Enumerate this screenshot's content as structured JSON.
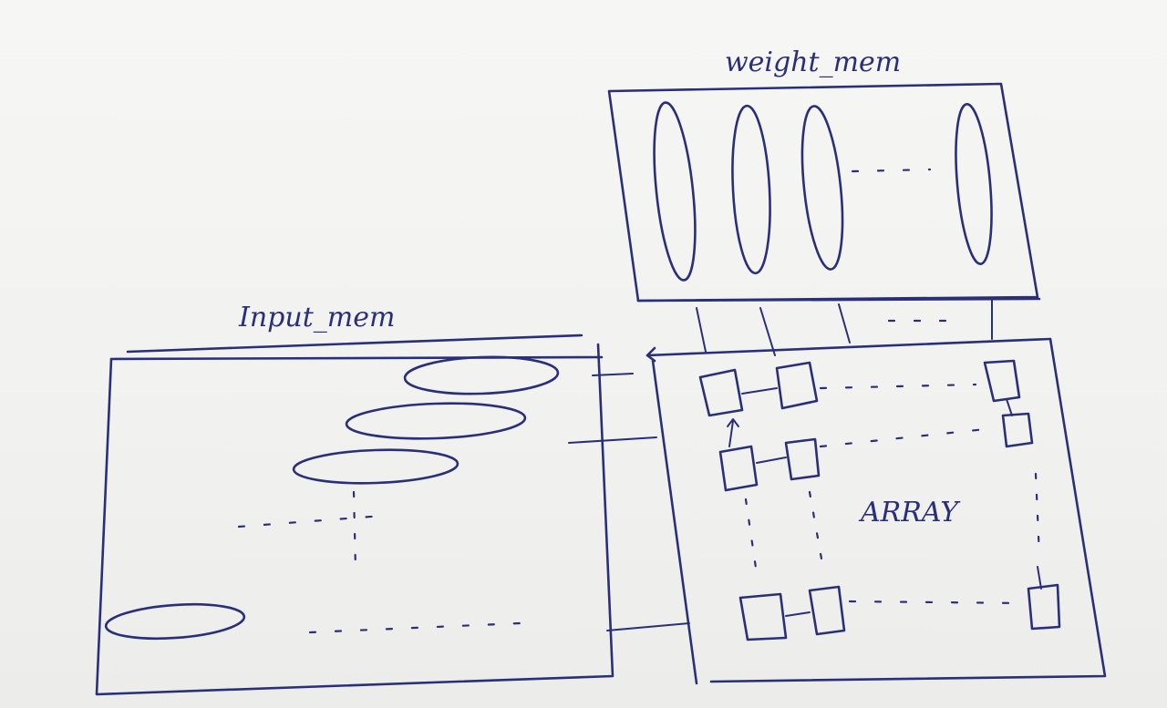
{
  "labels": {
    "weight_mem": "weight_mem",
    "input_mem": "Input_mem",
    "array": "ARRAY"
  },
  "colors": {
    "ink": "#2a2f7a",
    "paper": "#f4f4f2"
  }
}
